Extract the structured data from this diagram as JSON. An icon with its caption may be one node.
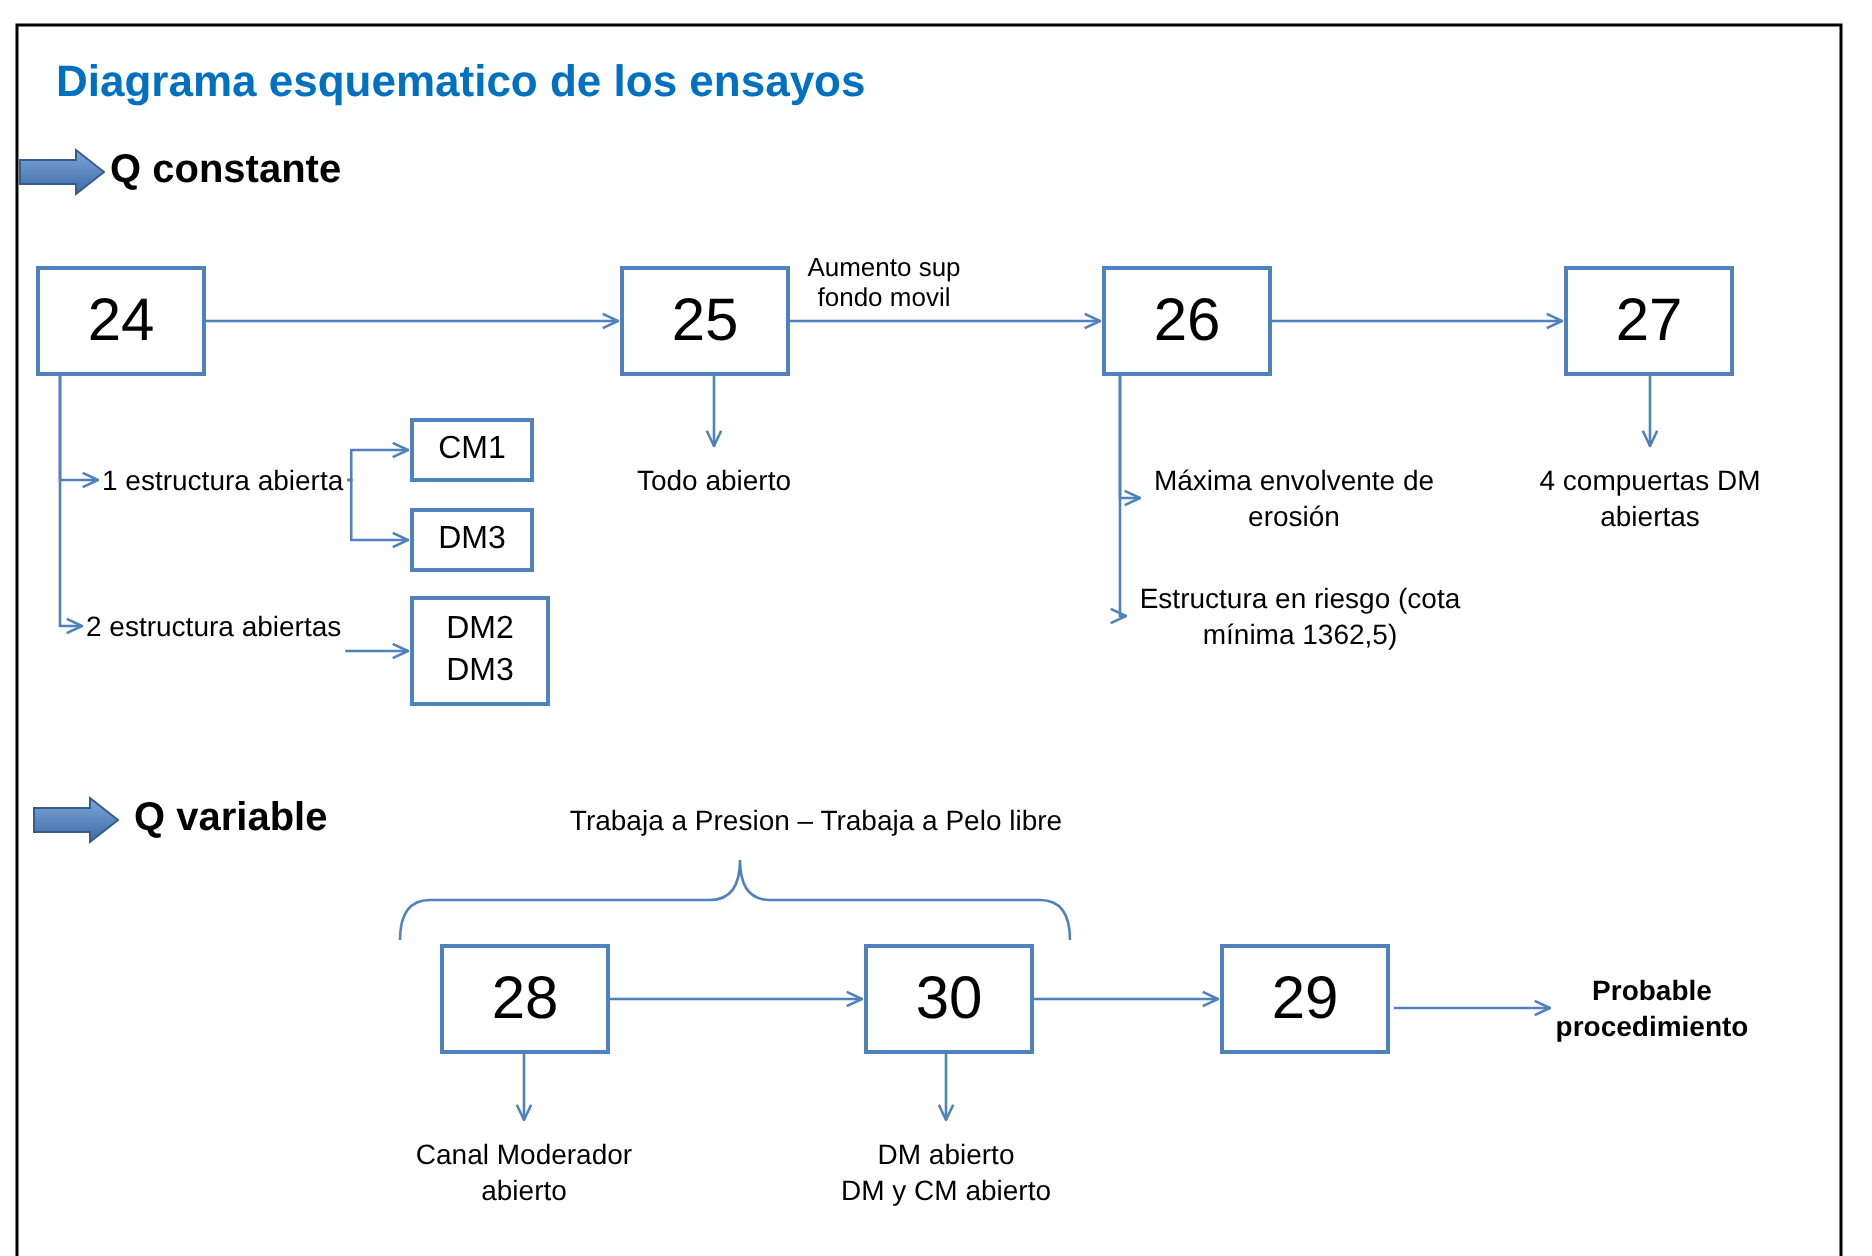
{
  "diagram": {
    "title": "Diagrama esquematico de los ensayos",
    "nodes": [
      {
        "text": [
          "24"
        ]
      },
      {
        "text": [
          "25"
        ]
      },
      {
        "text": [
          "26"
        ]
      },
      {
        "text": [
          "27"
        ]
      },
      {
        "text": [
          "1 estructura abierta"
        ]
      },
      {
        "text": [
          "CM1"
        ]
      },
      {
        "text": [
          "DM3"
        ]
      },
      {
        "text": [
          "2 estructura abiertas"
        ]
      },
      {
        "text": [
          "DM2",
          "DM3"
        ]
      },
      {
        "text": [
          "Todo abierto"
        ]
      },
      {
        "text": [
          "Máxima envolvente de erosión"
        ]
      },
      {
        "text": [
          "Estructura en riesgo (cota mínima 1362,5)"
        ]
      },
      {
        "text": [
          "4 compuertas DM abiertas"
        ]
      },
      {
        "text": [
          "28"
        ]
      },
      {
        "text": [
          "30"
        ]
      },
      {
        "text": [
          "29"
        ]
      },
      {
        "text": [
          "Probable procedimiento"
        ]
      },
      {
        "text": [
          "Canal Moderador abierto"
        ]
      },
      {
        "text": [
          "DM abierto",
          "DM y CM abierto"
        ]
      }
    ],
    "edges": [
      {
        "from": 0,
        "to": 1,
        "arrow": "to"
      },
      {
        "from": 1,
        "to": 2,
        "arrow": "to",
        "label": "Aumento sup fondo movil"
      },
      {
        "from": 2,
        "to": 3,
        "arrow": "to"
      },
      {
        "from": 0,
        "to": 4,
        "arrow": "to"
      },
      {
        "from": 0,
        "to": 7,
        "arrow": "to"
      },
      {
        "from": 4,
        "to": 5,
        "arrow": "to"
      },
      {
        "from": 4,
        "to": 6,
        "arrow": "to"
      },
      {
        "from": 7,
        "to": 8,
        "arrow": "to"
      },
      {
        "from": 1,
        "to": 9,
        "arrow": "to"
      },
      {
        "from": 2,
        "to": 10,
        "arrow": "to"
      },
      {
        "from": 2,
        "to": 11,
        "arrow": "to"
      },
      {
        "from": 3,
        "to": 12,
        "arrow": "to"
      },
      {
        "from": 13,
        "to": 14,
        "arrow": "to"
      },
      {
        "from": 14,
        "to": 15,
        "arrow": "to"
      },
      {
        "from": 15,
        "to": 16,
        "arrow": "to"
      },
      {
        "from": 13,
        "to": 17,
        "arrow": "to"
      },
      {
        "from": 14,
        "to": 18,
        "arrow": "to"
      }
    ],
    "labels": [
      "Q constante",
      "Q variable",
      "Trabaja a Presion – Trabaja a Pelo libre"
    ]
  }
}
